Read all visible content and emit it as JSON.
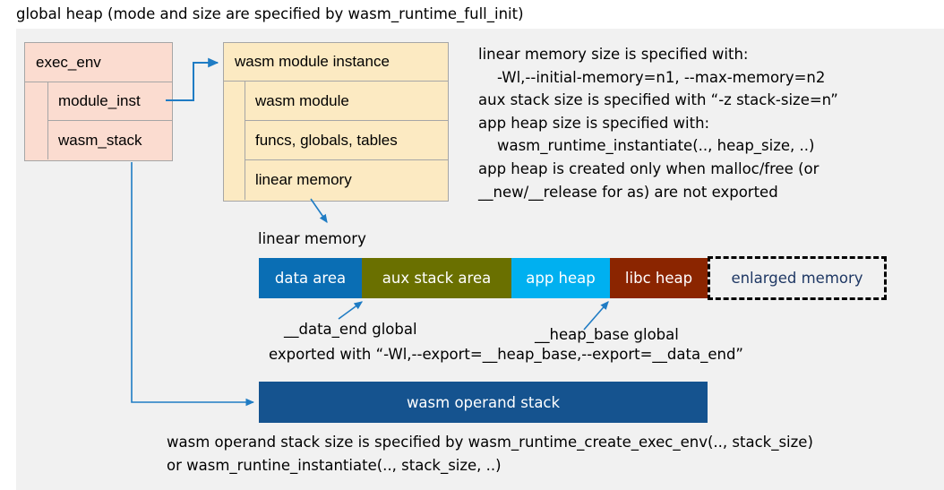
{
  "page": {
    "title": "global heap (mode and size are specified by wasm_runtime_full_init)"
  },
  "exec_env": {
    "header": "exec_env",
    "rows": [
      {
        "label": "module_inst"
      },
      {
        "label": "wasm_stack"
      }
    ],
    "fill_color": "#fbdcd0"
  },
  "wasm_module_instance": {
    "header": "wasm module instance",
    "rows": [
      {
        "label": "wasm module"
      },
      {
        "label": "funcs, globals, tables"
      },
      {
        "label": "linear memory"
      }
    ],
    "fill_color": "#fceac2"
  },
  "note": {
    "text": "linear memory size is specified with:\n    -Wl,--initial-memory=n1, --max-memory=n2\naux stack size is specified with “-z stack-size=n”\napp heap size is specified with:\n    wasm_runtime_instantiate(.., heap_size, ..)\napp heap is created only when malloc/free (or\n__new/__release for as) are not exported"
  },
  "linear_memory": {
    "caption": "linear memory",
    "segments": [
      {
        "label": "data area",
        "color": "#0a6eb4",
        "width": 115
      },
      {
        "label": "aux stack area",
        "color": "#6a7000",
        "width": 167
      },
      {
        "label": "app heap",
        "color": "#00b0f0",
        "width": 110
      },
      {
        "label": "libc heap",
        "color": "#8b2500",
        "width": 109
      }
    ],
    "enlarged": {
      "label": "enlarged memory",
      "text_color": "#1f3864",
      "border_color": "#000000",
      "fill_color": "#f1f1f1"
    }
  },
  "annotations": {
    "data_end": "__data_end global",
    "heap_base": "__heap_base global",
    "exported_with": "exported with “-Wl,--export=__heap_base,--export=__data_end”"
  },
  "operand_stack": {
    "label": "wasm operand stack",
    "color": "#15538f"
  },
  "bottom_note": {
    "text": "wasm operand stack size is specified by wasm_runtime_create_exec_env(.., stack_size)\nor wasm_runtine_instantiate(.., stack_size, ..)"
  },
  "theme": {
    "panel_background": "#f1f1f1",
    "connector_color": "#1f7cc4",
    "box_border": "#a6a6a6"
  }
}
